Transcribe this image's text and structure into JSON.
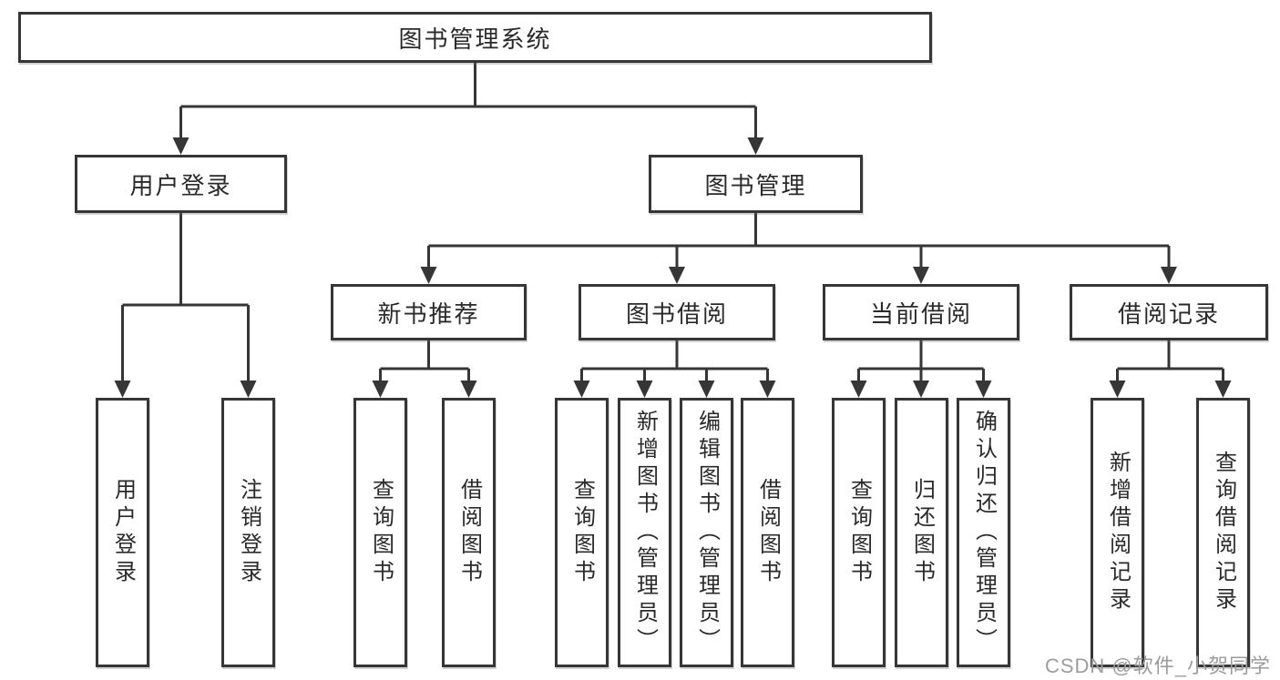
{
  "diagram": {
    "root": {
      "label": "图书管理系统"
    },
    "user_login": {
      "label": "用户登录",
      "children": [
        {
          "label": "用户登录"
        },
        {
          "label": "注销登录"
        }
      ]
    },
    "book_mgmt": {
      "label": "图书管理",
      "sections": [
        {
          "label": "新书推荐",
          "children": [
            {
              "label": "查询图书"
            },
            {
              "label": "借阅图书"
            }
          ]
        },
        {
          "label": "图书借阅",
          "children": [
            {
              "label": "查询图书"
            },
            {
              "label": "新增图书（管理员）"
            },
            {
              "label": "编辑图书（管理员）"
            },
            {
              "label": "借阅图书"
            }
          ]
        },
        {
          "label": "当前借阅",
          "children": [
            {
              "label": "查询图书"
            },
            {
              "label": "归还图书"
            },
            {
              "label": "确认归还（管理员）"
            }
          ]
        },
        {
          "label": "借阅记录",
          "children": [
            {
              "label": "新增借阅记录"
            },
            {
              "label": "查询借阅记录"
            }
          ]
        }
      ]
    }
  },
  "watermark": {
    "text": "CSDN @软件_小贺同学"
  },
  "colors": {
    "line": "#363636",
    "box_border": "#363636",
    "text": "#2a2a2a",
    "watermark": "#9c9c9c",
    "background": "#ffffff"
  }
}
